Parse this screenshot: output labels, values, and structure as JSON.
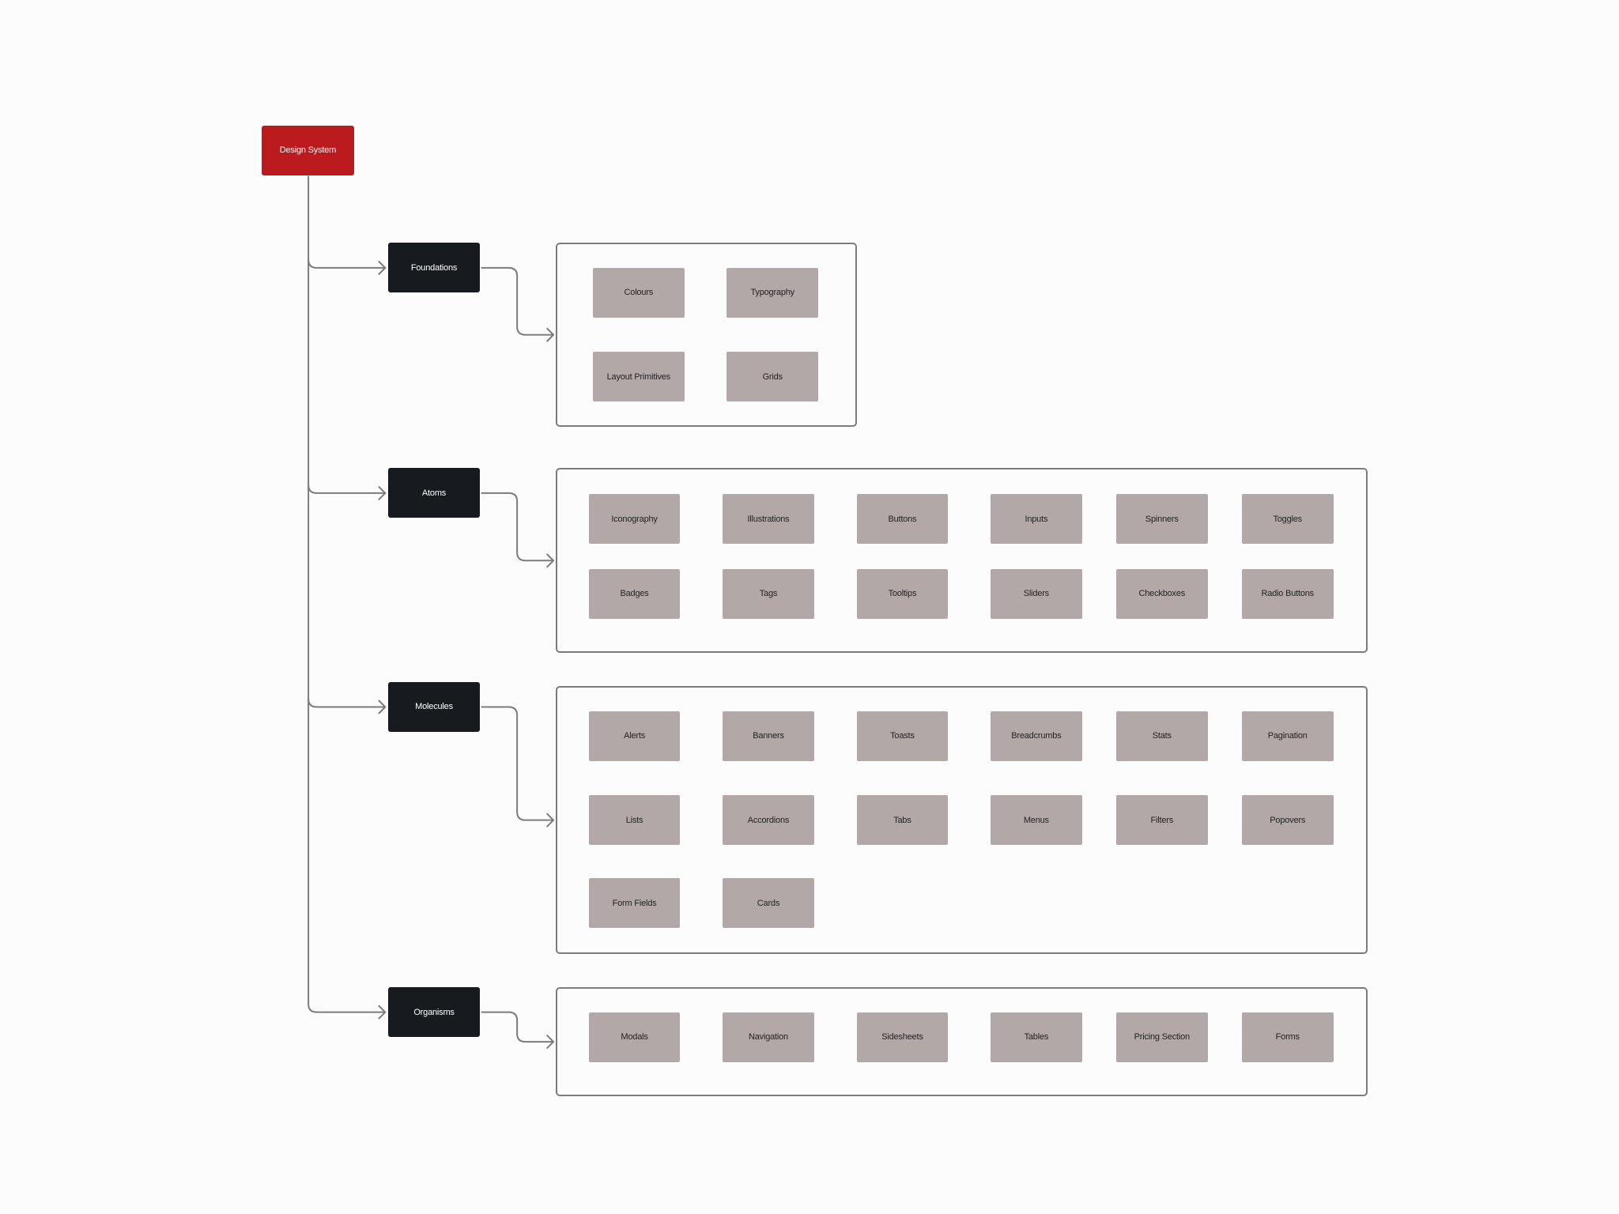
{
  "colors": {
    "background": "#fdfcfc",
    "root": "#bb1a1f",
    "category": "#171b1f",
    "item": "#b2a8a8",
    "connector": "#7b7b7b"
  },
  "root": {
    "label": "Design System"
  },
  "categories": [
    {
      "label": "Foundations",
      "items": [
        "Colours",
        "Typography",
        "Layout Primitives",
        "Grids"
      ]
    },
    {
      "label": "Atoms",
      "items": [
        "Iconography",
        "Illustrations",
        "Buttons",
        "Inputs",
        "Spinners",
        "Toggles",
        "Badges",
        "Tags",
        "Tooltips",
        "Sliders",
        "Checkboxes",
        "Radio Buttons"
      ]
    },
    {
      "label": "Molecules",
      "items": [
        "Alerts",
        "Banners",
        "Toasts",
        "Breadcrumbs",
        "Stats",
        "Pagination",
        "Lists",
        "Accordions",
        "Tabs",
        "Menus",
        "Filters",
        "Popovers",
        "Form Fields",
        "Cards"
      ]
    },
    {
      "label": "Organisms",
      "items": [
        "Modals",
        "Navigation",
        "Sidesheets",
        "Tables",
        "Pricing Section",
        "Forms"
      ]
    }
  ]
}
